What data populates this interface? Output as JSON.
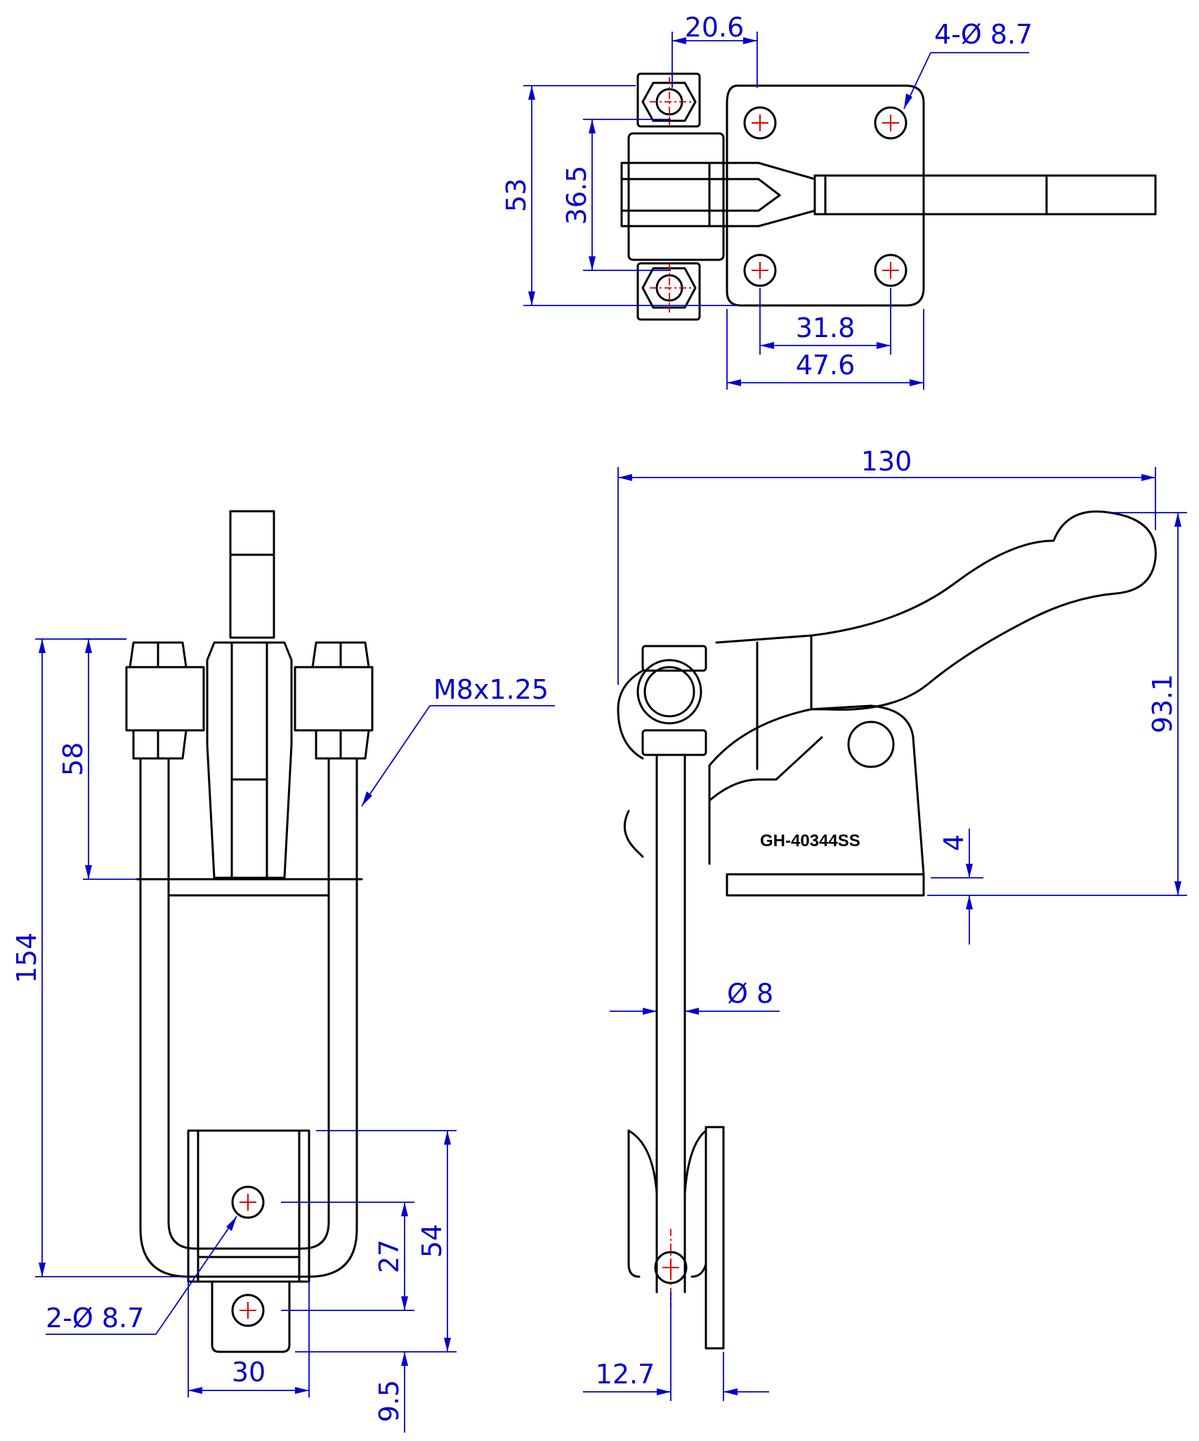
{
  "part_number": "GH-40344SS",
  "dimensions": {
    "top_hole_spacing_x": "20.6",
    "mount_holes": "4-Ø 8.7",
    "total_height": "53",
    "hook_spacing": "36.5",
    "hole_spacing_base": "31.8",
    "base_width": "47.6",
    "front_upper": "58",
    "front_total": "154",
    "thread": "M8x1.25",
    "lower_holes": "2-Ø 8.7",
    "lower_width": "30",
    "lower_hole_spacing": "27",
    "lower_total": "54",
    "lower_edge": "9.5",
    "side_length": "130",
    "side_height": "93.1",
    "base_thickness": "4",
    "rod_diameter": "Ø 8",
    "plate_offset": "12.7"
  },
  "colors": {
    "outline": "#000000",
    "dimension": "#0000cc",
    "centerline": "#e00000"
  }
}
